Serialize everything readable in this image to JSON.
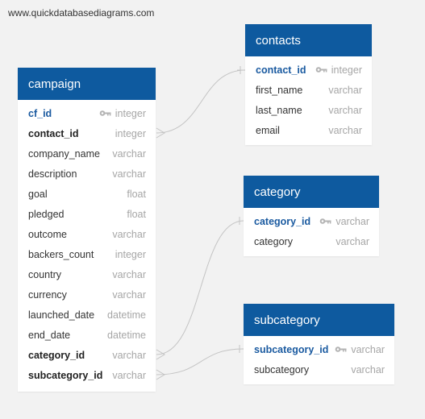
{
  "watermark": "www.quickdatabasediagrams.com",
  "colors": {
    "header": "#0e5a9f",
    "pk_text": "#1a5aa0",
    "type_text": "#a6a6a6",
    "link": "#c4c4c4"
  },
  "tables": {
    "campaign": {
      "title": "campaign",
      "fields": [
        {
          "name": "cf_id",
          "type": "integer",
          "pk": true
        },
        {
          "name": "contact_id",
          "type": "integer",
          "fk": true
        },
        {
          "name": "company_name",
          "type": "varchar"
        },
        {
          "name": "description",
          "type": "varchar"
        },
        {
          "name": "goal",
          "type": "float"
        },
        {
          "name": "pledged",
          "type": "float"
        },
        {
          "name": "outcome",
          "type": "varchar"
        },
        {
          "name": "backers_count",
          "type": "integer"
        },
        {
          "name": "country",
          "type": "varchar"
        },
        {
          "name": "currency",
          "type": "varchar"
        },
        {
          "name": "launched_date",
          "type": "datetime"
        },
        {
          "name": "end_date",
          "type": "datetime"
        },
        {
          "name": "category_id",
          "type": "varchar",
          "fk": true
        },
        {
          "name": "subcategory_id",
          "type": "varchar",
          "fk": true
        }
      ]
    },
    "contacts": {
      "title": "contacts",
      "fields": [
        {
          "name": "contact_id",
          "type": "integer",
          "pk": true
        },
        {
          "name": "first_name",
          "type": "varchar"
        },
        {
          "name": "last_name",
          "type": "varchar"
        },
        {
          "name": "email",
          "type": "varchar"
        }
      ]
    },
    "category": {
      "title": "category",
      "fields": [
        {
          "name": "category_id",
          "type": "varchar",
          "pk": true
        },
        {
          "name": "category",
          "type": "varchar"
        }
      ]
    },
    "subcategory": {
      "title": "subcategory",
      "fields": [
        {
          "name": "subcategory_id",
          "type": "varchar",
          "pk": true
        },
        {
          "name": "subcategory",
          "type": "varchar"
        }
      ]
    }
  },
  "relationships": [
    {
      "from": "campaign.contact_id",
      "to": "contacts.contact_id"
    },
    {
      "from": "campaign.category_id",
      "to": "category.category_id"
    },
    {
      "from": "campaign.subcategory_id",
      "to": "subcategory.subcategory_id"
    }
  ]
}
